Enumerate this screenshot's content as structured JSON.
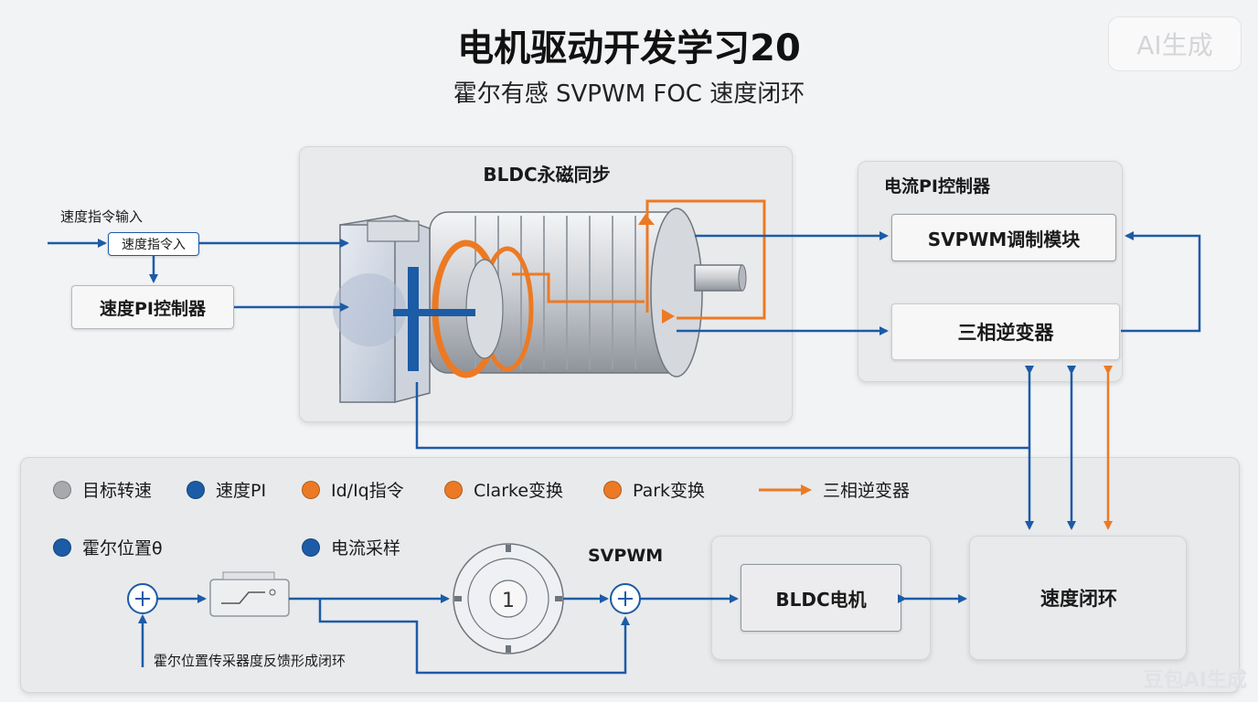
{
  "title": "电机驱动开发学习20",
  "subtitle": "霍尔有感 SVPWM FOC 速度闭环",
  "badge": "AI生成",
  "watermark": "豆包AI生成",
  "motor_panel": {
    "title": "BLDC永磁同步"
  },
  "current_panel": {
    "title": "电流PI控制器",
    "svpwm_box": "SVPWM调制模块",
    "inverter_box": "三相逆变器"
  },
  "left": {
    "speed_cmd_input_label": "速度指令输入",
    "speed_cmd_box": "速度指令入",
    "speed_pi_box": "速度PI控制器"
  },
  "legend": {
    "items": [
      {
        "label": "目标转速",
        "color": "#a7a9ac",
        "kind": "dot"
      },
      {
        "label": "速度PI",
        "color": "#1c5ba6",
        "kind": "dot"
      },
      {
        "label": "Id/Iq指令",
        "color": "#ec7a24",
        "kind": "dot"
      },
      {
        "label": "Clarke变换",
        "color": "#ec7a24",
        "kind": "dot"
      },
      {
        "label": "Park变换",
        "color": "#ec7a24",
        "kind": "dot"
      },
      {
        "label": "三相逆变器",
        "color": "#ec7a24",
        "kind": "arrow"
      }
    ],
    "row2": [
      {
        "label": "霍尔位置θ",
        "color": "#1c5ba6"
      },
      {
        "label": "电流采样",
        "color": "#1c5ba6"
      }
    ]
  },
  "bottom": {
    "svpwm_label": "SVPWM",
    "disc_label": "1",
    "bldc_box": "BLDC电机",
    "speed_loop_box": "速度闭环",
    "hall_feedback_label": "霍尔位置传采器度反馈形成闭环"
  },
  "colors": {
    "blue": "#1c5ba6",
    "orange": "#ec7a24",
    "panel": "#e9eaec"
  }
}
